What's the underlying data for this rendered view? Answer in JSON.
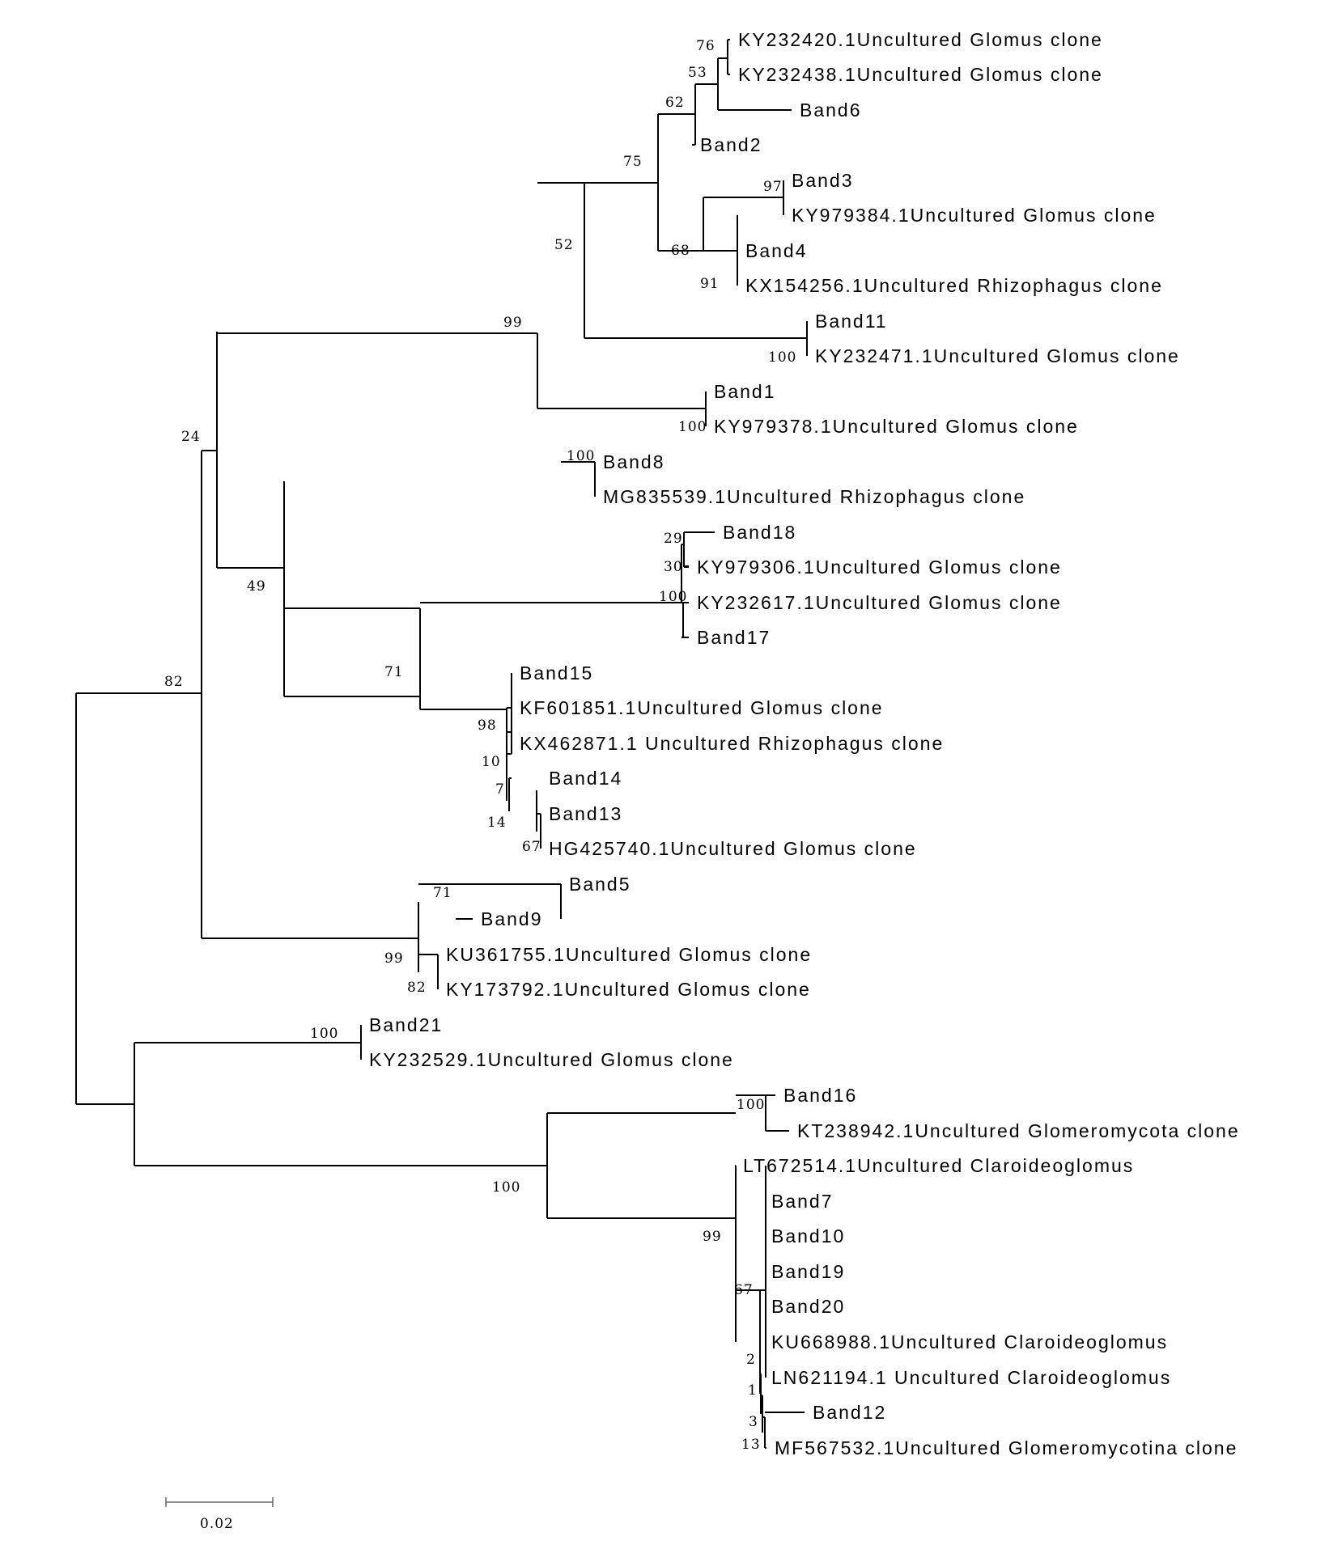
{
  "tree": {
    "leaves": [
      "KY232420.1Uncultured Glomus clone",
      "KY232438.1Uncultured Glomus clone",
      "Band6",
      "Band2",
      "Band3",
      "KY979384.1Uncultured Glomus clone",
      "Band4",
      "KX154256.1Uncultured Rhizophagus clone",
      "Band11",
      "KY232471.1Uncultured Glomus clone",
      "Band1",
      "KY979378.1Uncultured Glomus clone",
      "Band8",
      "MG835539.1Uncultured Rhizophagus clone",
      "Band18",
      "KY979306.1Uncultured Glomus clone",
      "KY232617.1Uncultured Glomus clone",
      "Band17",
      "Band15",
      "KF601851.1Uncultured Glomus clone",
      "KX462871.1 Uncultured Rhizophagus clone",
      "Band14",
      "Band13",
      "HG425740.1Uncultured Glomus clone",
      "Band5",
      "Band9",
      "KU361755.1Uncultured Glomus clone",
      "KY173792.1Uncultured Glomus clone",
      "Band21",
      "KY232529.1Uncultured Glomus clone",
      "Band16",
      "KT238942.1Uncultured Glomeromycota clone",
      "LT672514.1Uncultured Claroideoglomus",
      "Band7",
      "Band10",
      "Band19",
      "Band20",
      "KU668988.1Uncultured Claroideoglomus",
      "LN621194.1 Uncultured Claroideoglomus",
      "Band12",
      "MF567532.1Uncultured Glomeromycotina clone"
    ],
    "bootstrap": [
      "76",
      "53",
      "62",
      "97",
      "91",
      "68",
      "75",
      "100",
      "52",
      "100",
      "99",
      "100",
      "29",
      "30",
      "100",
      "67",
      "14",
      "7",
      "10",
      "98",
      "71",
      "49",
      "24",
      "71",
      "82",
      "99",
      "82",
      "100",
      "100",
      "13",
      "3",
      "1",
      "2",
      "67",
      "99",
      "100"
    ],
    "scale_bar": {
      "label": "0.02",
      "value": 0.02
    }
  }
}
